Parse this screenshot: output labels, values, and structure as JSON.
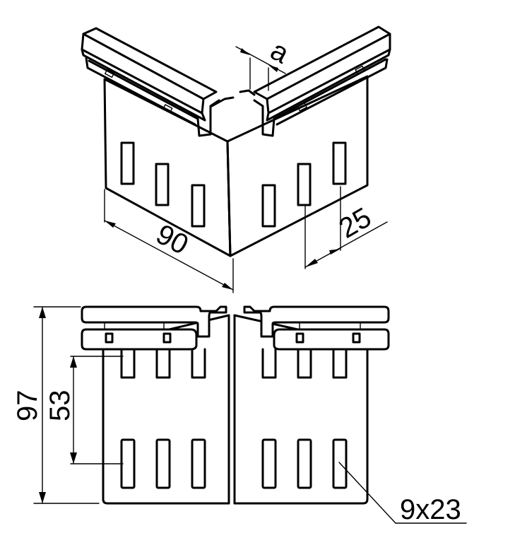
{
  "dimensions": {
    "a": "a",
    "width": "90",
    "pitch": "25",
    "height": "97",
    "slot_spacing": "53",
    "slot_size": "9x23"
  },
  "colors": {
    "line": "#000000",
    "background": "#ffffff"
  }
}
